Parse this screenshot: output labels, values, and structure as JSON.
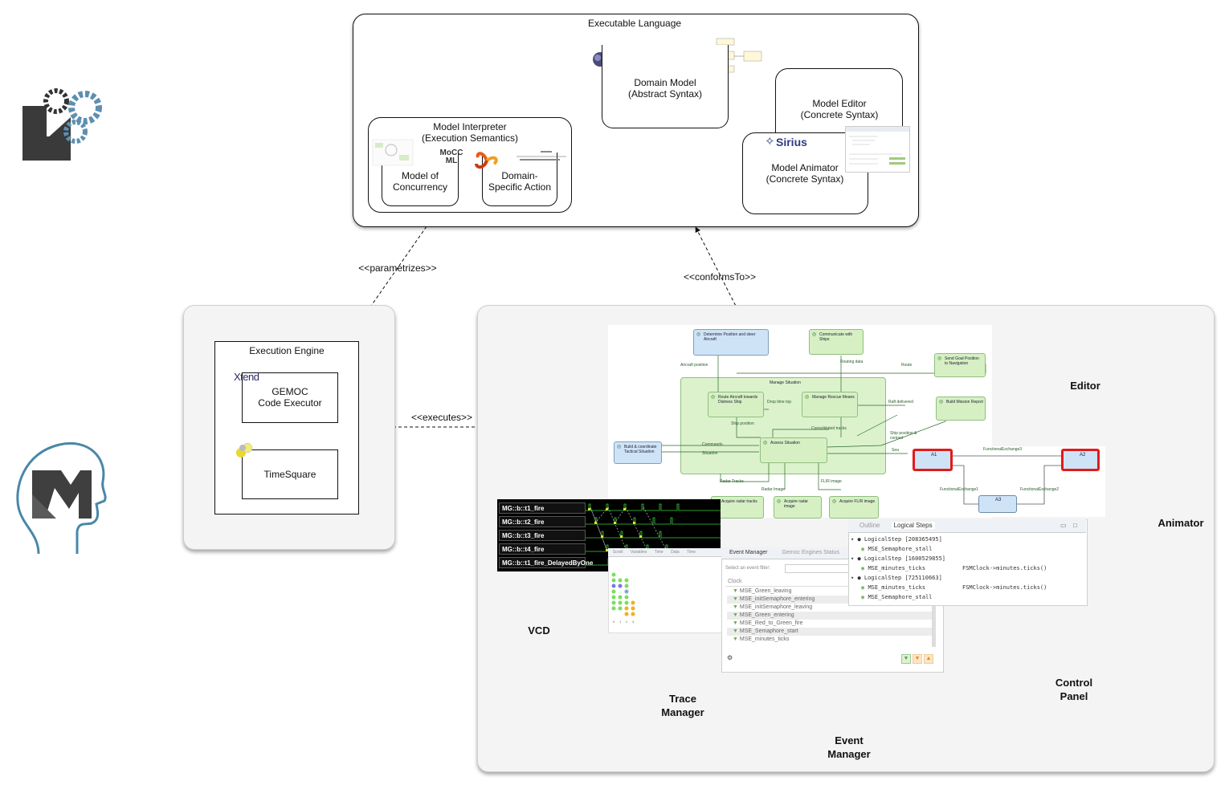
{
  "executable_language": {
    "title": "Executable Language",
    "domain_model": "Domain Model\n(Abstract Syntax)",
    "emf_logo": "emf",
    "model_editor": "Model Editor\n(Concrete Syntax)",
    "model_animator": "Model Animator\n(Concrete Syntax)",
    "sirius_logo": "Sirius",
    "model_interpreter": "Model Interpreter\n(Execution Semantics)",
    "model_of_concurrency": "Model of\nConcurrency",
    "domain_specific_action": "Domain-\nSpecific Action",
    "moccml_logo": "MoCC ML"
  },
  "relations": {
    "parametrizes": "<<parametrizes>>",
    "conforms_to": "<<conformsTo>>",
    "executes": "<<executes>>"
  },
  "execution_engine": {
    "title": "Execution Engine",
    "xtend_logo": "Xtend",
    "code_executor": "GEMOC\nCode Executor",
    "timesquare": "TimeSquare"
  },
  "tool_labels": {
    "editor": "Editor",
    "animator": "Animator",
    "vcd": "VCD",
    "trace_manager": "Trace\nManager",
    "event_manager": "Event\nManager",
    "control_panel": "Control\nPanel"
  },
  "editor_diagram": {
    "nodes": [
      "Determine Position and steer Aircraft",
      "Communicate with Ships",
      "Send Goal Position to Navigation",
      "Manage Situation",
      "Route Aircraft towards Distress Ship",
      "Manage Rescue Means",
      "Build Mission Report",
      "Build & coordinate Tactical Situation",
      "Assess Situation",
      "Acquire radar tracks",
      "Acquire radar image",
      "Acquire FLIR image"
    ],
    "flows": [
      "Aircraft position",
      "Routing data",
      "Route",
      "Drop time top",
      "Raft delivered",
      "Ship position",
      "Consolidated tracks",
      "Ship position & contact",
      "Commands",
      "Situation",
      "Radar Tracks",
      "Radar Image",
      "FLIR image",
      "Sea"
    ]
  },
  "animator_diagram": {
    "nodes": [
      "A1",
      "A2",
      "A3"
    ],
    "flows": [
      "FunctionalExchange3",
      "FunctionalExchange1",
      "FunctionalExchange2"
    ]
  },
  "vcd": {
    "rows": [
      "MG::b::t1_fire",
      "MG::b::t2_fire",
      "MG::b::t3_fire",
      "MG::b::t4_fire",
      "MG::b::t1_fire_DelayedByOne"
    ]
  },
  "trace_manager": {
    "tabs": [
      "Scroll",
      "Variables",
      "Time",
      "Data",
      "Time"
    ],
    "axis": [
      "0",
      "1",
      "2",
      "3"
    ]
  },
  "event_manager": {
    "tabs": [
      "Event Manager",
      "Gemoc Engines Status"
    ],
    "filter_placeholder": "Select an event filter:",
    "column": "Clock",
    "events": [
      "MSE_Green_leaving",
      "MSE_initSemaphore_entering",
      "MSE_initSemaphore_leaving",
      "MSE_Green_entering",
      "MSE_Red_to_Green_fire",
      "MSE_Semaphore_start",
      "MSE_minutes_ticks"
    ]
  },
  "control_panel": {
    "tabs": [
      "Outline",
      "Logical Steps"
    ],
    "steps": [
      {
        "label": "LogicalStep [208365495]",
        "items": [
          {
            "name": "MSE_Semaphore_stall",
            "detail": ""
          }
        ]
      },
      {
        "label": "LogicalStep [1600529855]",
        "items": [
          {
            "name": "MSE_minutes_ticks",
            "detail": "FSMClock->minutes.ticks()"
          }
        ]
      },
      {
        "label": "LogicalStep [725110663]",
        "items": [
          {
            "name": "MSE_minutes_ticks",
            "detail": "FSMClock->minutes.ticks()"
          },
          {
            "name": "MSE_Semaphore_stall",
            "detail": ""
          }
        ]
      }
    ]
  }
}
